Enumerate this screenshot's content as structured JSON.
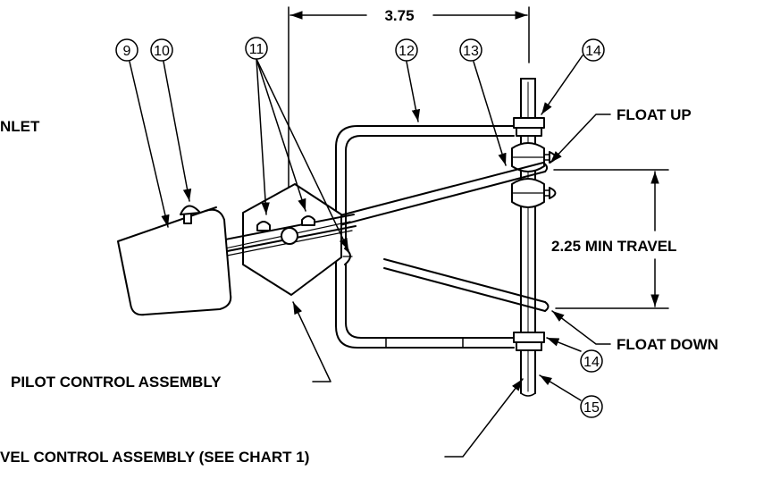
{
  "dimensions": {
    "width": "3.75",
    "travel": "2.25 MIN TRAVEL"
  },
  "labels": {
    "inlet": "NLET",
    "float_up": "FLOAT UP",
    "float_down": "FLOAT DOWN",
    "pilot_control": "PILOT CONTROL ASSEMBLY",
    "level_control": "VEL CONTROL ASSEMBLY (SEE CHART 1)"
  },
  "balloons": {
    "b9": "9",
    "b10": "10",
    "b11": "11",
    "b12": "12",
    "b13": "13",
    "b14_top": "14",
    "b14_bottom": "14",
    "b15": "15"
  }
}
